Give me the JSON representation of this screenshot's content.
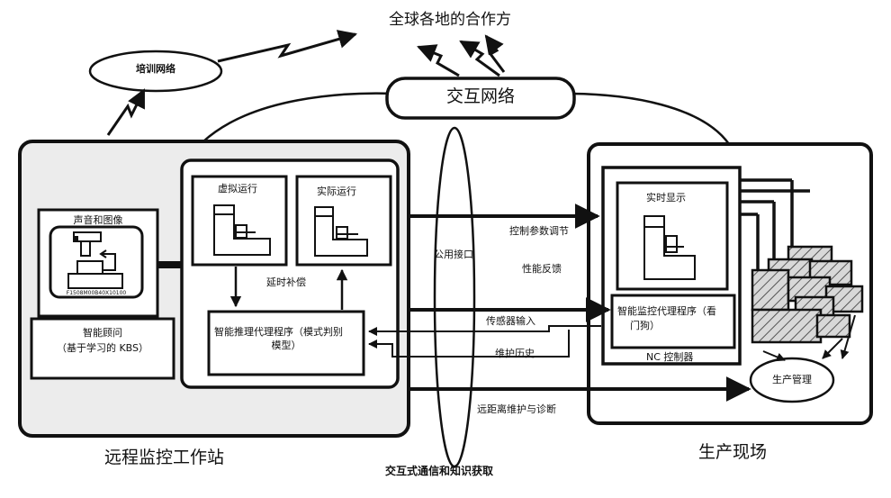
{
  "top_labels": {
    "global_partners": "全球各地的合作方",
    "training_network": "培训网络",
    "interactive_network": "交互网络"
  },
  "workstation": {
    "title": "远程监控工作站",
    "sound_image": "声音和图像",
    "screen_caption": "F1508M00B40X10100",
    "advisor_line1": "智能顾问",
    "advisor_line2": "（基于学习的 KBS）",
    "virtual_run": "虚拟运行",
    "actual_run": "实际运行",
    "delay_comp": "延时补偿",
    "reasoning_agent_line1": "智能推理代理程序（模式判别",
    "reasoning_agent_line2": "模型）"
  },
  "interface": {
    "public_interface": "公用接口",
    "bottom_caption": "交互式通信和知识获取"
  },
  "flows": {
    "control_param": "控制参数调节",
    "perf_feedback": "性能反馈",
    "sensor_input": "传感器输入",
    "maint_history": "维护历史",
    "remote_maint": "远距离维护与诊断"
  },
  "site": {
    "title": "生产现场",
    "realtime_display": "实时显示",
    "monitor_agent_line1": "智能监控代理程序（看",
    "monitor_agent_line2": "门狗）",
    "nc_controller": "NC 控制器",
    "production_mgmt": "生产管理"
  }
}
